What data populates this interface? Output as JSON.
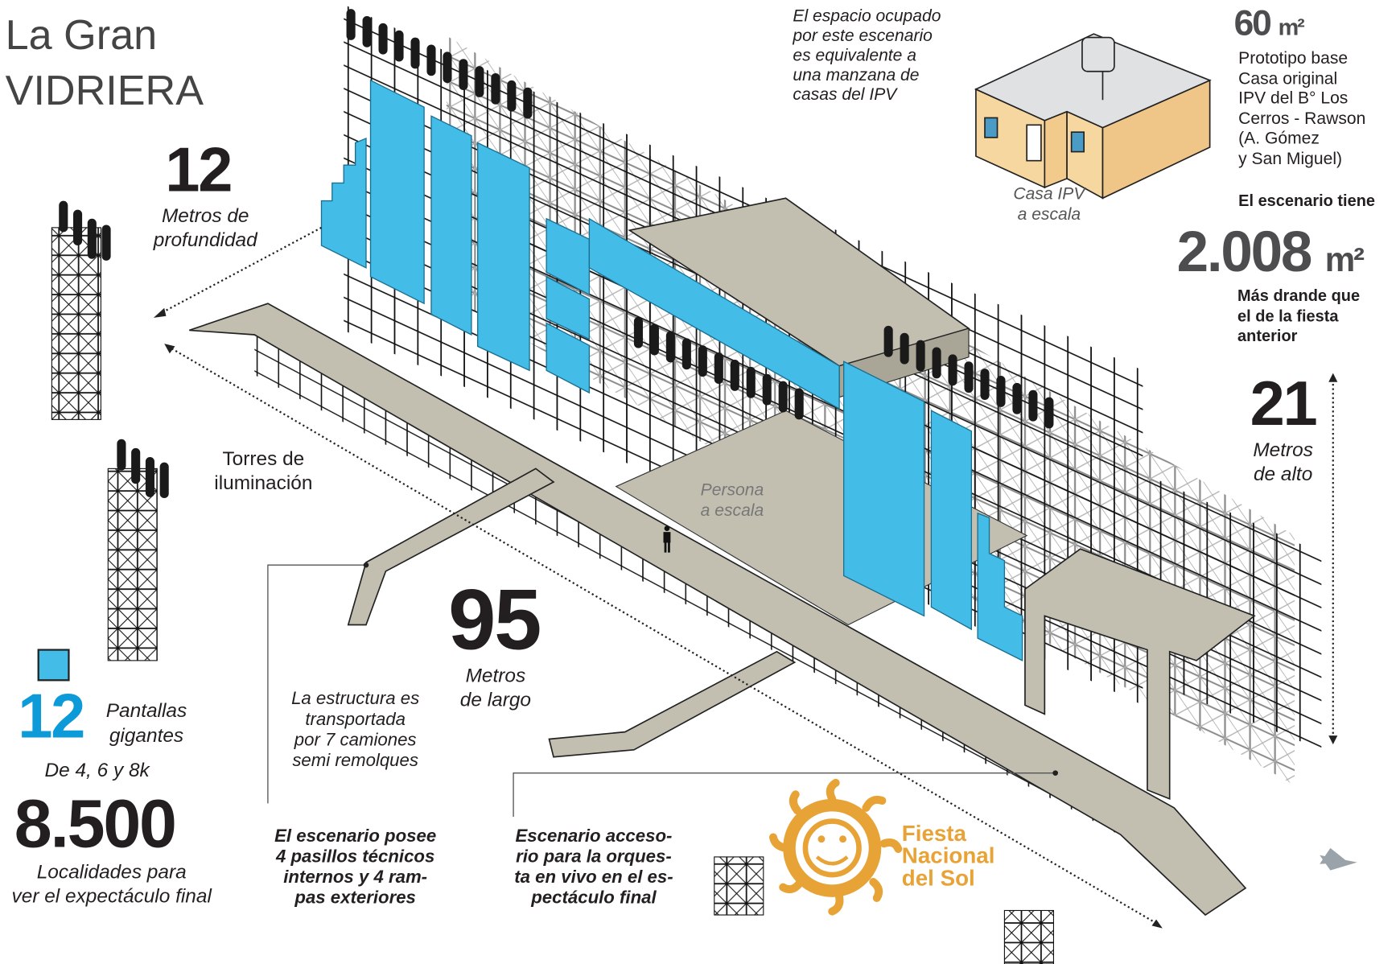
{
  "title": {
    "line1": "La Gran",
    "line2": "VIDRIERA"
  },
  "depth": {
    "value": "12",
    "label": "Metros de\nprofundidad"
  },
  "towers_label": "Torres de\niluminación",
  "screens": {
    "value": "12",
    "label": "Pantallas\ngigantes",
    "resolution": "De 4, 6 y 8k"
  },
  "seats": {
    "value": "8.500",
    "label": "Localidades para\nver el expectáculo final"
  },
  "transport_note": "La estructura es\ntransportada\npor 7 camiones\nsemi remolques",
  "length": {
    "value": "95",
    "label": "Metros\nde largo"
  },
  "corridors_note": "El escenario posee\n4 pasillos técnicos\ninternos y 4 ram-\npas exteriores",
  "orchestra_note": "Escenario acceso-\nrio para la orques-\nta en vivo en el es-\npectáculo final",
  "person_label": "Persona\na escala",
  "space_note": "El espacio ocupado\npor este escenario\nes equivalente a\nuna manzana de\ncasas del IPV",
  "house": {
    "label": "Casa IPV\na escala",
    "area": "60",
    "unit": "m²",
    "description": "Prototipo base\nCasa original\nIPV del B° Los\nCerros - Rawson\n(A. Gómez\ny San Miguel)"
  },
  "stage_area": {
    "intro": "El escenario tiene",
    "value": "2.008",
    "unit": "m²",
    "comparison": "Más drande que\nel de la fiesta\nanterior"
  },
  "height": {
    "value": "21",
    "label": "Metros\nde alto"
  },
  "logo": {
    "text": "Fiesta\nNacional\ndel Sol"
  },
  "colors": {
    "screen_blue": "#43bde8",
    "accent_blue": "#0c9ad8",
    "walkway": "#c2bfb1",
    "logo_orange": "#e8a337",
    "house_wall": "#f7d7a0"
  }
}
